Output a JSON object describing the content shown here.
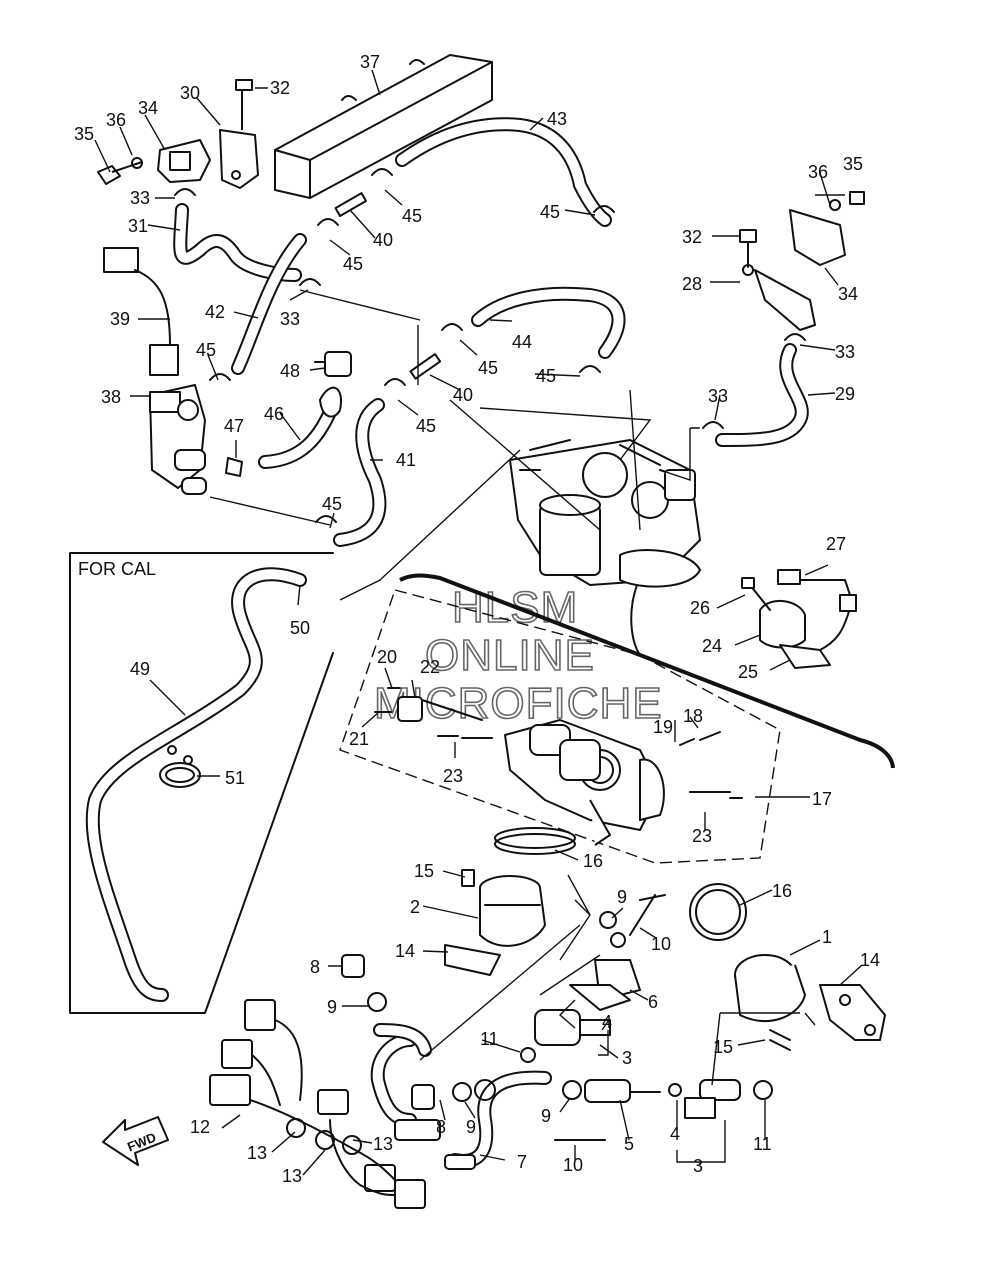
{
  "diagram": {
    "box_label": "FOR CAL",
    "direction_badge": "FWD",
    "watermark": [
      "HLSM",
      "ONLINE",
      "MICROFICHE"
    ],
    "callouts": [
      "37",
      "32",
      "30",
      "34",
      "36",
      "35",
      "33",
      "31",
      "39",
      "42",
      "33",
      "45",
      "38",
      "47",
      "46",
      "48",
      "45",
      "45",
      "40",
      "45",
      "40",
      "45",
      "44",
      "43",
      "45",
      "45",
      "41",
      "45",
      "36",
      "35",
      "32",
      "34",
      "28",
      "33",
      "29",
      "33",
      "27",
      "26",
      "24",
      "25",
      "50",
      "49",
      "51",
      "20",
      "22",
      "21",
      "23",
      "19",
      "18",
      "17",
      "23",
      "16",
      "15",
      "2",
      "14",
      "8",
      "9",
      "9",
      "10",
      "16",
      "1",
      "14",
      "6",
      "4",
      "11",
      "3",
      "15",
      "12",
      "13",
      "13",
      "13",
      "8",
      "9",
      "7",
      "9",
      "5",
      "10",
      "4",
      "3",
      "11"
    ]
  }
}
